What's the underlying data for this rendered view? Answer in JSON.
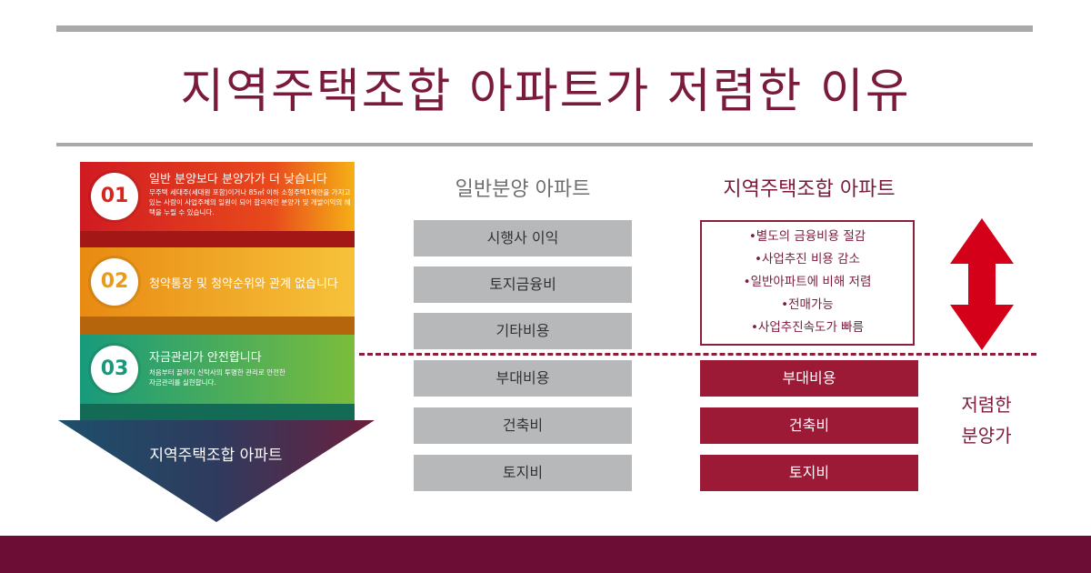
{
  "title": "지역주택조합 아파트가 저렴한 이유",
  "steps": [
    {
      "num": "01",
      "title": "일반 분양보다 분양가가 더 낮습니다",
      "desc": "무주택 세대주(세대원 포함)이거나 85㎡ 이하 소형주택1채만을 가지고 있는 사람이 사업주체의 일원이 되어 합리적인 분양가 및 개발이익의 혜택을 누릴 수 있습니다."
    },
    {
      "num": "02",
      "title": "청약통장 및 청약순위와 관계 없습니다",
      "desc": ""
    },
    {
      "num": "03",
      "title": "자금관리가 안전합니다",
      "desc": "처음부터 끝까지 신탁사의 투명한 관리로 안전한 자금관리를 실현합니다."
    }
  ],
  "arrow_label": "지역주택조합 아파트",
  "general": {
    "heading": "일반분양 아파트",
    "items": [
      "시행사 이익",
      "토지금융비",
      "기타비용",
      "부대비용",
      "건축비",
      "토지비"
    ]
  },
  "cooperative": {
    "heading": "지역주택조합 아파트",
    "benefits": [
      "•별도의 금융비용 절감",
      "•사업추진 비용 감소",
      "•일반아파트에 비해 저렴",
      "•전매가능",
      "•사업추진속도가 빠름"
    ],
    "items": [
      "부대비용",
      "건축비",
      "토지비"
    ]
  },
  "cheaper_label": [
    "저렴한",
    "분양가"
  ],
  "colors": {
    "title": "#7a1b3e",
    "step1": "#d9261c",
    "step2": "#eb9a1a",
    "step3": "#3aa06a",
    "arrow": "#2f3b5e",
    "gray_box": "#b6b8ba",
    "red_box": "#9d1a37",
    "double_arrow": "#d4001a",
    "footer": "#6b0d35"
  },
  "icons": [
    "double-headed-vertical-arrow-icon"
  ]
}
